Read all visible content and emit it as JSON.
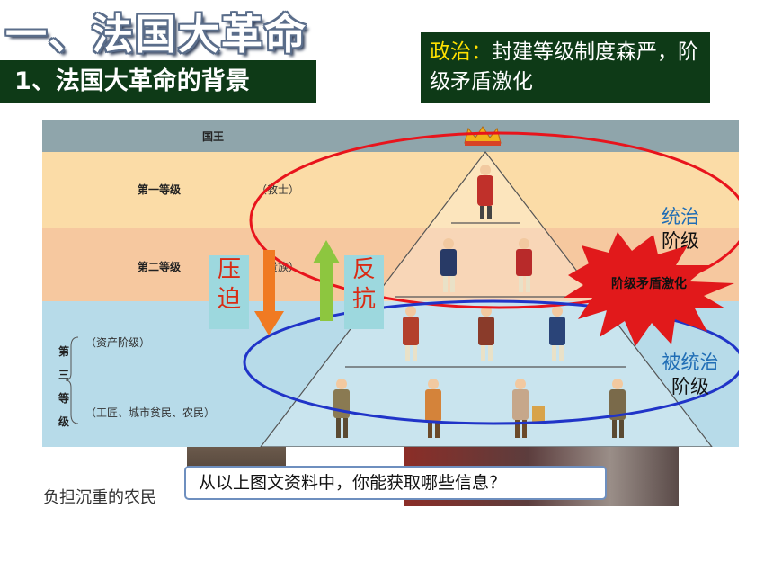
{
  "slide": {
    "main_title": "一、法国大革命",
    "section_title": "1、法国大革命的背景",
    "politics": {
      "label": "政治：",
      "text": "封建等级制度森严，阶级矛盾激化"
    },
    "diagram": {
      "king": "国王",
      "first_estate": "第一等级",
      "first_estate_note": "（教士）",
      "second_estate": "第二等级",
      "second_estate_note": "（贵族）",
      "third_estate": "第三等级",
      "third_estate_bourgeoisie": "（资产阶级）",
      "third_estate_commoners": "（工匠、城市贫民、农民）"
    },
    "oppress": [
      "压",
      "迫"
    ],
    "resist": [
      "反",
      "抗"
    ],
    "ruling_class": [
      "统治",
      "阶级"
    ],
    "ruled_class": [
      "被统治",
      "阶级"
    ],
    "burst_text": "阶级矛盾激化",
    "caption_left": "负担沉重的农民",
    "question": "从以上图文资料中，你能获取哪些信息？"
  },
  "colors": {
    "band_king": "#8fa5ab",
    "band_first": "#fbdca7",
    "band_second": "#f6c89f",
    "band_third": "#b7dbe9",
    "ellipse_red": "#e8141c",
    "ellipse_blue": "#2034c8",
    "burst_red": "#e1191b",
    "arrow_orange": "#f07a22",
    "arrow_green": "#8dc63f",
    "dark_green_box": "#0e3a17"
  }
}
